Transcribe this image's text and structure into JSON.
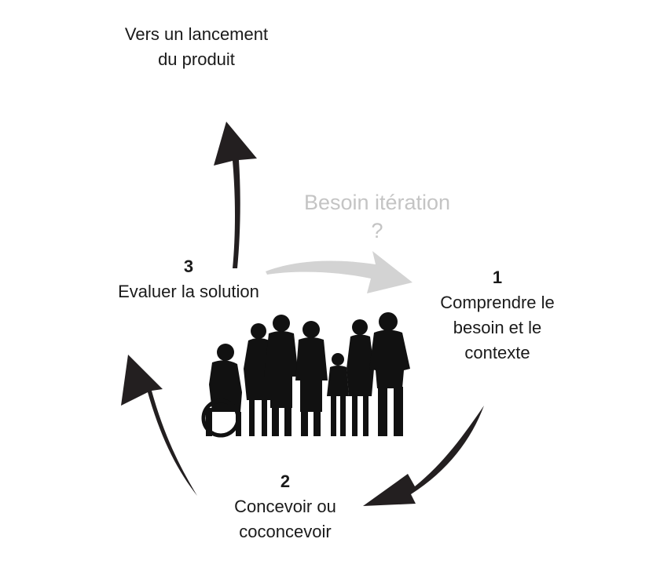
{
  "colors": {
    "arrow": "#231f20",
    "iteration_arrow": "#d3d3d3",
    "iteration_text": "#c4c4c4",
    "silhouette": "#111111"
  },
  "launch": {
    "line1": "Vers un lancement",
    "line2": "du produit"
  },
  "iteration": {
    "line1": "Besoin itération",
    "line2": "?"
  },
  "steps": [
    {
      "number": "1",
      "lines": [
        "Comprendre le",
        "besoin et le",
        "contexte"
      ]
    },
    {
      "number": "2",
      "lines": [
        "Concevoir ou",
        "coconcevoir"
      ]
    },
    {
      "number": "3",
      "lines": [
        "Evaluer la solution"
      ]
    }
  ],
  "image": {
    "icon": "group-of-people-silhouette-icon"
  }
}
